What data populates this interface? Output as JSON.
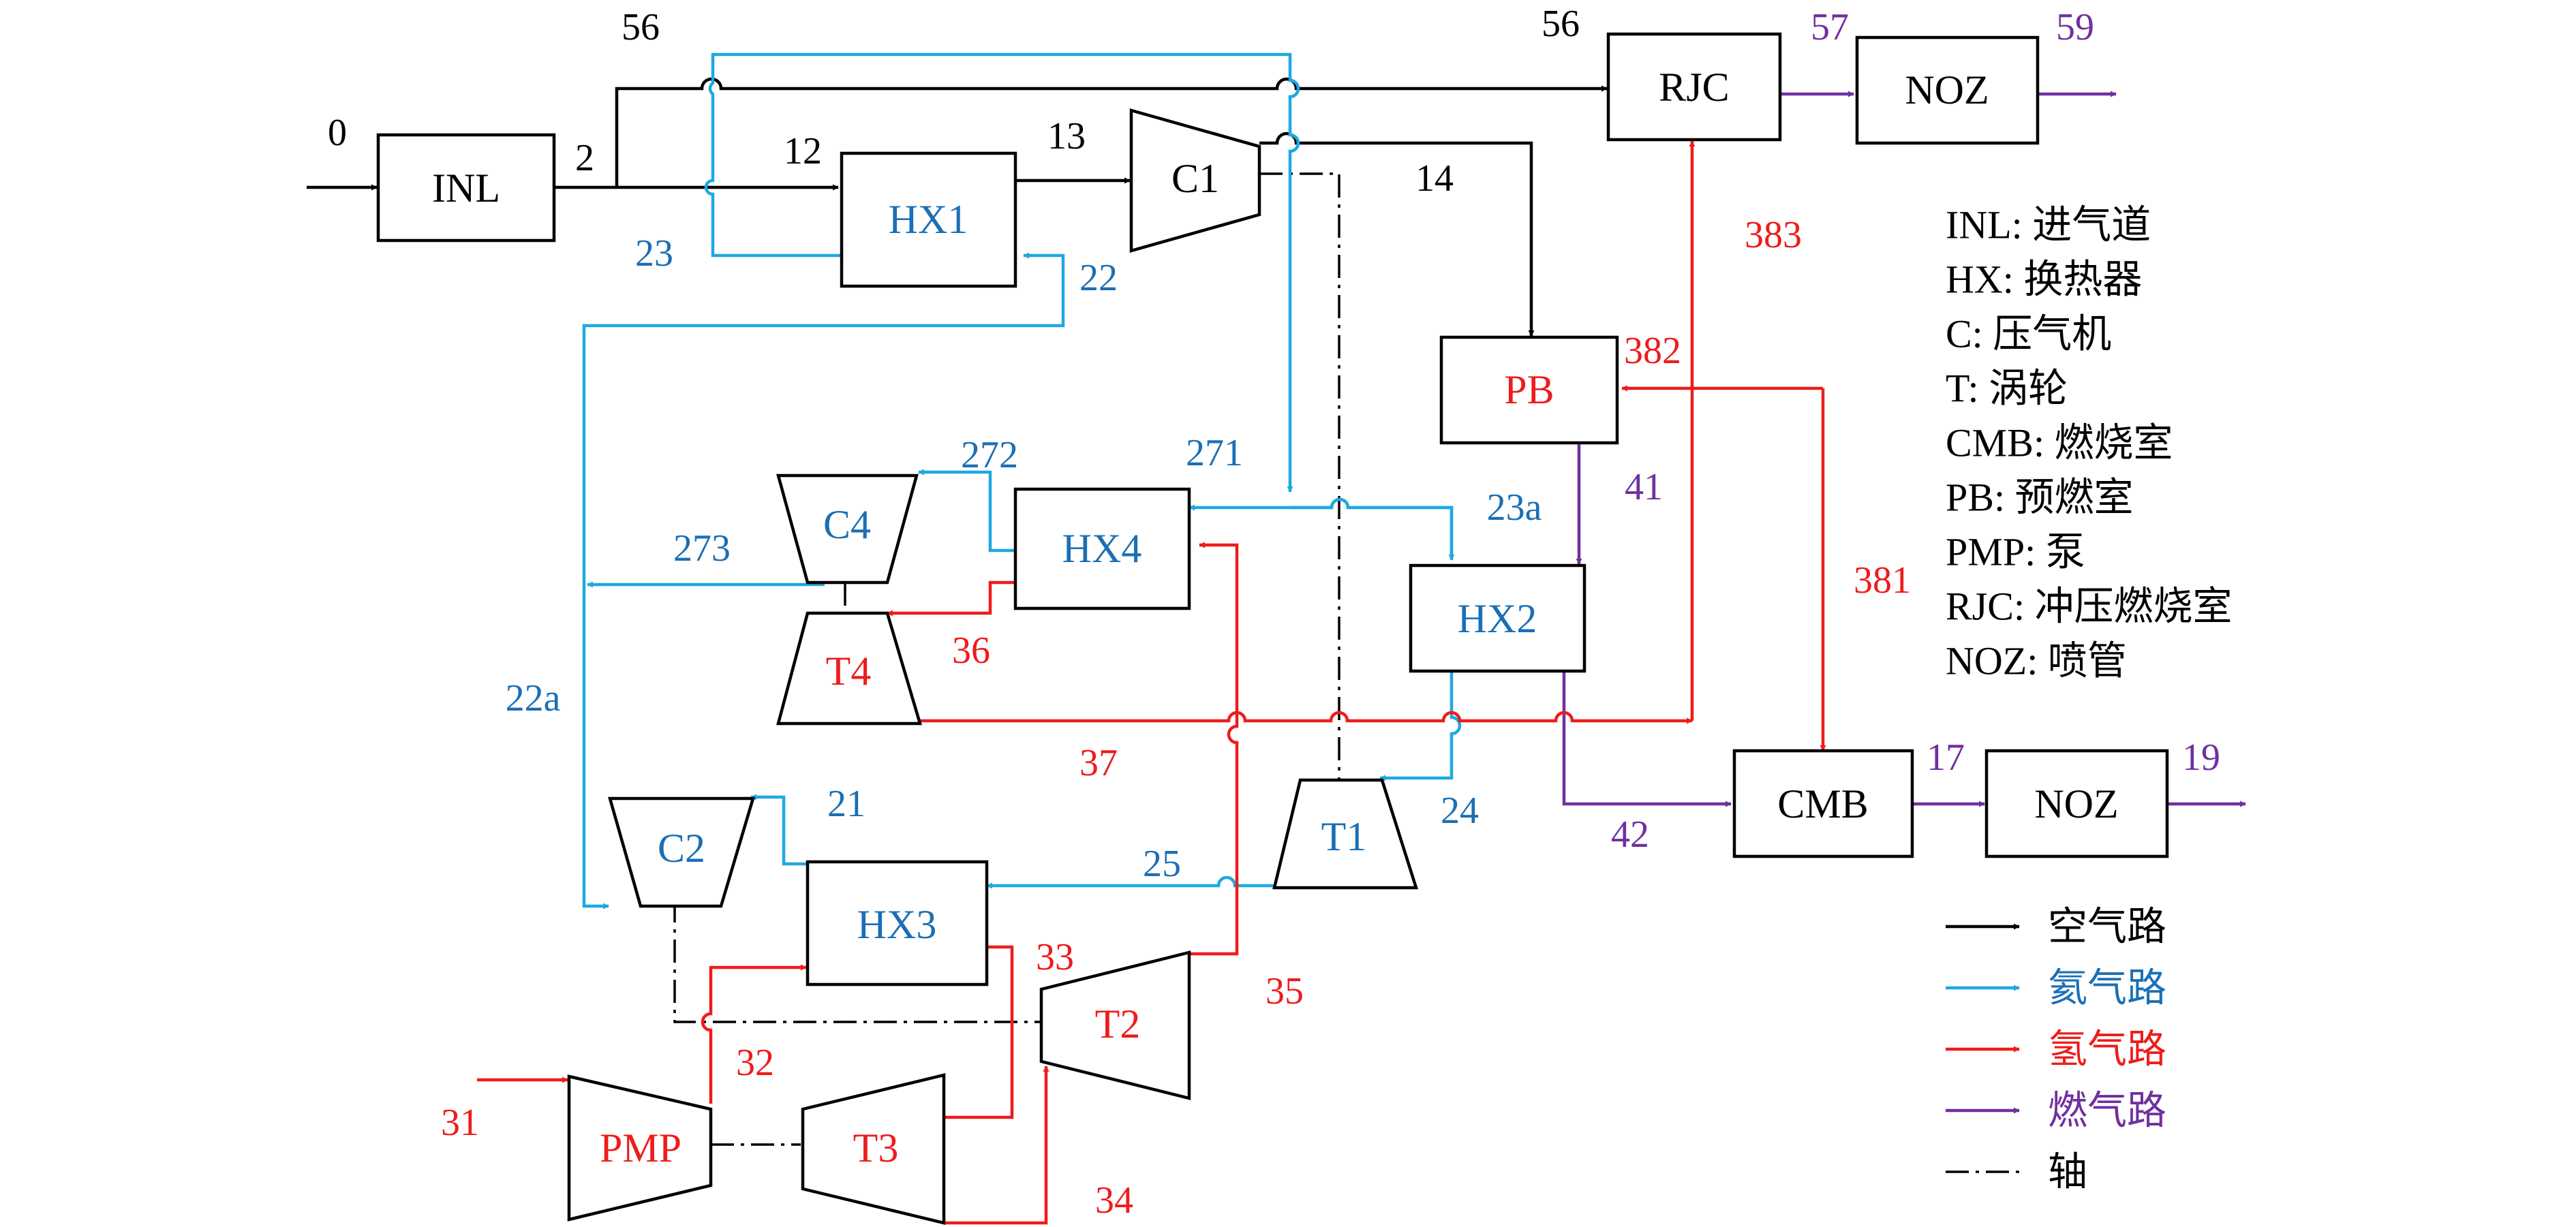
{
  "colors": {
    "air": "#000000",
    "helium": "#1fa8e0",
    "hydrogen": "#ee1c1c",
    "combustion_gas": "#7030a0",
    "helium_text": "#1b6fb5"
  },
  "components": {
    "inl": "INL",
    "hx1": "HX1",
    "c1": "C1",
    "rjc": "RJC",
    "noz_top": "NOZ",
    "pb": "PB",
    "c4": "C4",
    "hx4": "HX4",
    "t4": "T4",
    "hx2": "HX2",
    "t1": "T1",
    "c2": "C2",
    "hx3": "HX3",
    "cmb": "CMB",
    "noz_bottom": "NOZ",
    "t2": "T2",
    "pmp": "PMP",
    "t3": "T3"
  },
  "stations": {
    "s0": "0",
    "s2": "2",
    "s56_left": "56",
    "s56_right": "56",
    "s12": "12",
    "s13": "13",
    "s14": "14",
    "s57": "57",
    "s59": "59",
    "s23": "23",
    "s22": "22",
    "s383": "383",
    "s382": "382",
    "s41": "41",
    "s272": "272",
    "s271": "271",
    "s23a": "23a",
    "s273": "273",
    "s36": "36",
    "s381": "381",
    "s22a": "22a",
    "s37": "37",
    "s24": "24",
    "s21": "21",
    "s17": "17",
    "s19": "19",
    "s42": "42",
    "s25": "25",
    "s33": "33",
    "s35": "35",
    "s32": "32",
    "s31": "31",
    "s34": "34"
  },
  "abbreviations": [
    "INL: 进气道",
    "HX: 换热器",
    "C: 压气机",
    "T: 涡轮",
    "CMB: 燃烧室",
    "PB: 预燃室",
    "PMP: 泵",
    "RJC: 冲压燃烧室",
    "NOZ: 喷管"
  ],
  "legend": [
    {
      "label": "空气路",
      "kind": "air"
    },
    {
      "label": "氦气路",
      "kind": "helium"
    },
    {
      "label": "氢气路",
      "kind": "hydrogen"
    },
    {
      "label": "燃气路",
      "kind": "combustion_gas"
    },
    {
      "label": "轴",
      "kind": "shaft"
    }
  ]
}
